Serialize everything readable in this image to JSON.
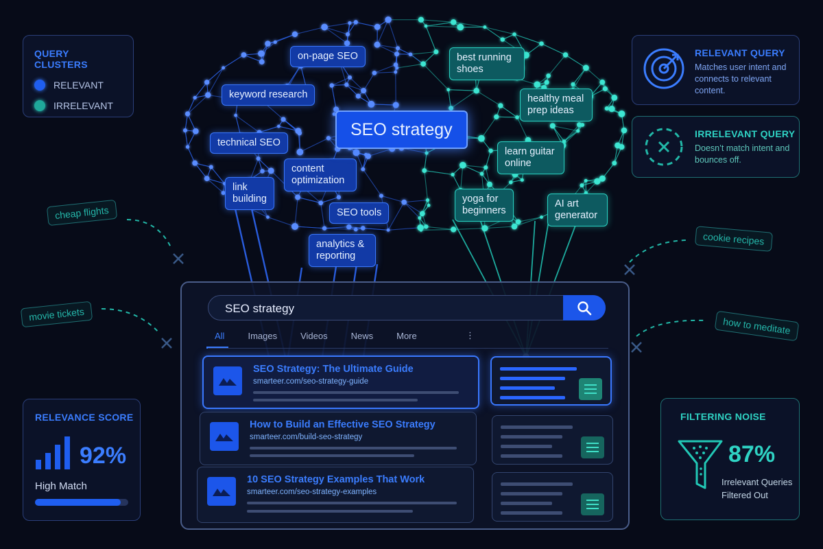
{
  "legend": {
    "title": "QUERY CLUSTERS",
    "items": [
      {
        "label": "RELEVANT",
        "color": "#1f5ef0"
      },
      {
        "label": "IRRELEVANT",
        "color": "#1fa89a"
      }
    ]
  },
  "relevant_info": {
    "title": "RELEVANT QUERY",
    "desc": "Matches user intent and connects to relevant content.",
    "icon": "target-icon"
  },
  "irrelevant_info": {
    "title": "IRRELEVANT QUERY",
    "desc": "Doesn’t match intent and bounces off.",
    "icon": "dashed-circle-x-icon"
  },
  "relevance": {
    "title": "RELEVANCE SCORE",
    "value": "92%",
    "label": "High Match",
    "fraction": 0.92,
    "icon": "bar-chart-icon"
  },
  "filtering": {
    "title": "FILTERING NOISE",
    "value": "87%",
    "label": "Irrelevant Queries Filtered Out",
    "icon": "funnel-icon"
  },
  "main_node": "SEO strategy",
  "blue_nodes": [
    "on-page SEO",
    "keyword research",
    "technical SEO",
    "content optimization",
    "link building",
    "SEO tools",
    "analytics & reporting"
  ],
  "teal_nodes": [
    "best running shoes",
    "healthy meal prep ideas",
    "learn guitar online",
    "yoga for beginners",
    "AI art generator"
  ],
  "bounced_queries": [
    "cheap flights",
    "movie tickets",
    "cookie recipes",
    "how to meditate"
  ],
  "search": {
    "query": "SEO strategy",
    "tabs": [
      "All",
      "Images",
      "Videos",
      "News",
      "More"
    ],
    "results": [
      {
        "title": "SEO Strategy: The Ultimate Guide",
        "url": "smarteer.com/seo-strategy-guide"
      },
      {
        "title": "How to Build an Effective SEO Strategy",
        "url": "smarteer.com/build-seo-strategy"
      },
      {
        "title": "10 SEO Strategy Examples That Work",
        "url": "smarteer.com/seo-strategy-examples"
      }
    ]
  },
  "colors": {
    "blue": "#1f5ef0",
    "teal": "#22c8b6",
    "bg": "#070b18"
  }
}
